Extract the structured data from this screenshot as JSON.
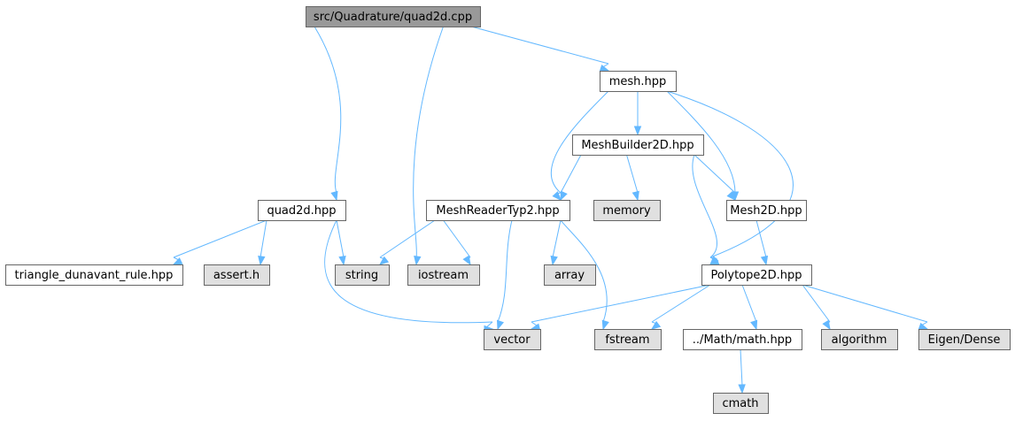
{
  "graph": {
    "colors": {
      "root_fill": "#999999",
      "node_fill": "#ffffff",
      "system_fill": "#e0e0e0",
      "border": "#666666",
      "edge": "#63b8ff"
    },
    "nodes": [
      {
        "id": "quad2d_cpp",
        "label": "src/Quadrature/quad2d.cpp",
        "kind": "root"
      },
      {
        "id": "mesh_hpp",
        "label": "mesh.hpp",
        "kind": "file"
      },
      {
        "id": "meshbuilder",
        "label": "MeshBuilder2D.hpp",
        "kind": "file"
      },
      {
        "id": "quad2d_hpp",
        "label": "quad2d.hpp",
        "kind": "file"
      },
      {
        "id": "meshreader",
        "label": "MeshReaderTyp2.hpp",
        "kind": "file"
      },
      {
        "id": "memory",
        "label": "memory",
        "kind": "system"
      },
      {
        "id": "mesh2d",
        "label": "Mesh2D.hpp",
        "kind": "file"
      },
      {
        "id": "triangle",
        "label": "triangle_dunavant_rule.hpp",
        "kind": "file"
      },
      {
        "id": "assert",
        "label": "assert.h",
        "kind": "system"
      },
      {
        "id": "string",
        "label": "string",
        "kind": "system"
      },
      {
        "id": "iostream",
        "label": "iostream",
        "kind": "system"
      },
      {
        "id": "array",
        "label": "array",
        "kind": "system"
      },
      {
        "id": "polytope",
        "label": "Polytope2D.hpp",
        "kind": "file"
      },
      {
        "id": "vector",
        "label": "vector",
        "kind": "system"
      },
      {
        "id": "fstream",
        "label": "fstream",
        "kind": "system"
      },
      {
        "id": "mathhpp",
        "label": "../Math/math.hpp",
        "kind": "file"
      },
      {
        "id": "algorithm",
        "label": "algorithm",
        "kind": "system"
      },
      {
        "id": "eigen",
        "label": "Eigen/Dense",
        "kind": "system"
      },
      {
        "id": "cmath",
        "label": "cmath",
        "kind": "system"
      }
    ],
    "edges": [
      [
        "quad2d_cpp",
        "mesh_hpp"
      ],
      [
        "quad2d_cpp",
        "quad2d_hpp"
      ],
      [
        "quad2d_cpp",
        "iostream"
      ],
      [
        "mesh_hpp",
        "meshbuilder"
      ],
      [
        "mesh_hpp",
        "meshreader"
      ],
      [
        "mesh_hpp",
        "mesh2d"
      ],
      [
        "mesh_hpp",
        "polytope"
      ],
      [
        "meshbuilder",
        "meshreader"
      ],
      [
        "meshbuilder",
        "memory"
      ],
      [
        "meshbuilder",
        "mesh2d"
      ],
      [
        "meshbuilder",
        "polytope"
      ],
      [
        "quad2d_hpp",
        "triangle"
      ],
      [
        "quad2d_hpp",
        "assert"
      ],
      [
        "quad2d_hpp",
        "string"
      ],
      [
        "quad2d_hpp",
        "vector"
      ],
      [
        "meshreader",
        "string"
      ],
      [
        "meshreader",
        "iostream"
      ],
      [
        "meshreader",
        "array"
      ],
      [
        "meshreader",
        "vector"
      ],
      [
        "meshreader",
        "fstream"
      ],
      [
        "mesh2d",
        "polytope"
      ],
      [
        "polytope",
        "vector"
      ],
      [
        "polytope",
        "fstream"
      ],
      [
        "polytope",
        "mathhpp"
      ],
      [
        "polytope",
        "algorithm"
      ],
      [
        "polytope",
        "eigen"
      ],
      [
        "mathhpp",
        "cmath"
      ]
    ]
  }
}
